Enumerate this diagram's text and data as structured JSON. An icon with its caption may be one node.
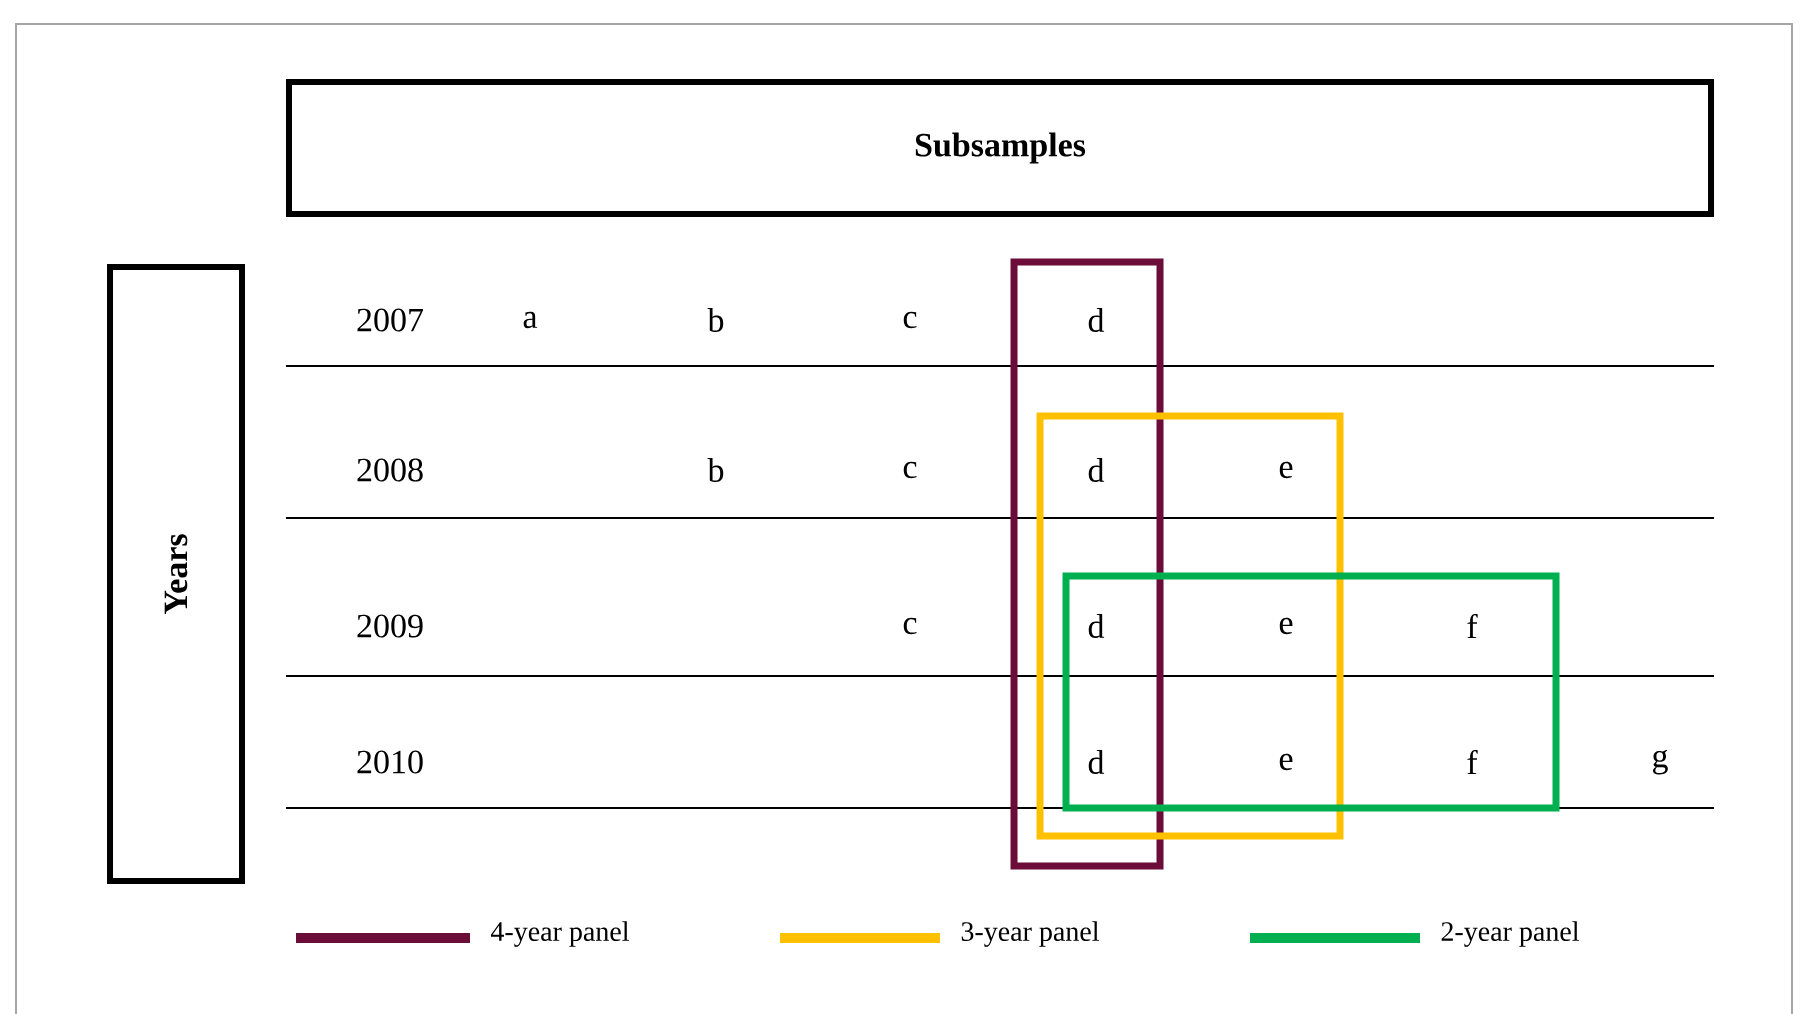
{
  "diagram": {
    "nodes": [
      {
        "text": [
          "Subsamples"
        ]
      },
      {
        "text": [
          "Years"
        ]
      }
    ],
    "edges": [],
    "labels": [
      "2007",
      "a",
      "b",
      "c",
      "d",
      "2008",
      "b",
      "c",
      "d",
      "e",
      "2009",
      "c",
      "d",
      "e",
      "f",
      "2010",
      "d",
      "e",
      "f",
      "g"
    ],
    "legend": [
      {
        "text": "4-year panel",
        "color": "#6b0d38"
      },
      {
        "text": "3-year panel",
        "color": "#ffc000"
      },
      {
        "text": "2-year panel",
        "color": "#00b050"
      }
    ]
  }
}
